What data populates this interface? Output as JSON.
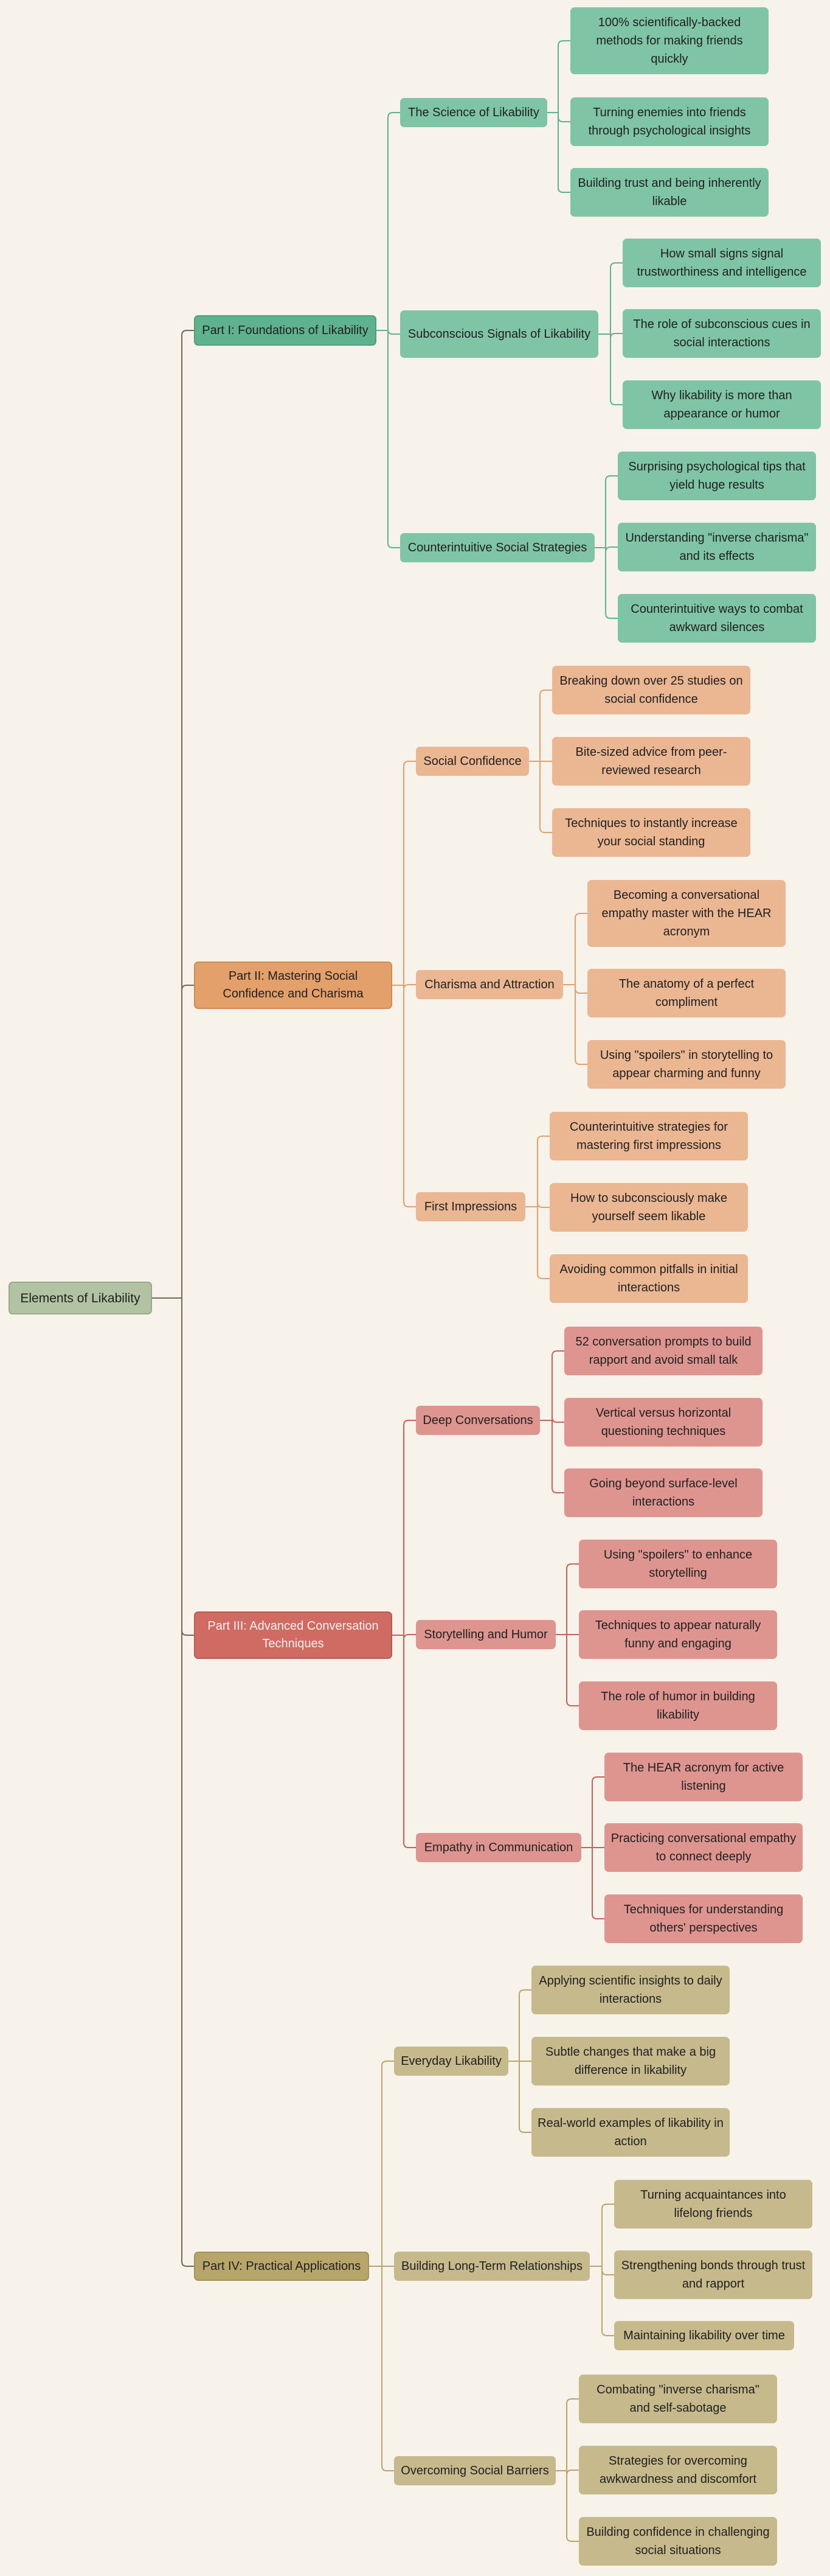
{
  "colors": {
    "background": "#f8f3ea",
    "root": "#b1c3a2",
    "part1": "#5eb38e",
    "part2": "#e3a06a",
    "part3": "#cf6b63",
    "part4": "#b8a56a",
    "root_edge": "#6f6a5a",
    "edge1": "#5eb38e",
    "edge2": "#e3a06a",
    "edge3": "#c9605a",
    "edge4": "#b8a56a"
  },
  "root": {
    "label": "Elements of Likability"
  },
  "parts": [
    {
      "label": "Part I: Foundations of Likability",
      "topics": [
        {
          "label": "The Science of Likability",
          "items": [
            "100% scientifically-backed methods for making friends quickly",
            "Turning enemies into friends through psychological insights",
            "Building trust and being inherently likable"
          ]
        },
        {
          "label": "Subconscious Signals of Likability",
          "items": [
            "How small signs signal trustworthiness and intelligence",
            "The role of subconscious cues in social interactions",
            "Why likability is more than appearance or humor"
          ]
        },
        {
          "label": "Counterintuitive Social Strategies",
          "items": [
            "Surprising psychological tips that yield huge results",
            "Understanding \"inverse charisma\" and its effects",
            "Counterintuitive ways to combat awkward silences"
          ]
        }
      ]
    },
    {
      "label": "Part II: Mastering Social Confidence and Charisma",
      "topics": [
        {
          "label": "Social Confidence",
          "items": [
            "Breaking down over 25 studies on social confidence",
            "Bite-sized advice from peer-reviewed research",
            "Techniques to instantly increase your social standing"
          ]
        },
        {
          "label": "Charisma and Attraction",
          "items": [
            "Becoming a conversational empathy master with the HEAR acronym",
            "The anatomy of a perfect compliment",
            "Using \"spoilers\" in storytelling to appear charming and funny"
          ]
        },
        {
          "label": "First Impressions",
          "items": [
            "Counterintuitive strategies for mastering first impressions",
            "How to subconsciously make yourself seem likable",
            "Avoiding common pitfalls in initial interactions"
          ]
        }
      ]
    },
    {
      "label": "Part III: Advanced Conversation Techniques",
      "topics": [
        {
          "label": "Deep Conversations",
          "items": [
            "52 conversation prompts to build rapport and avoid small talk",
            "Vertical versus horizontal questioning techniques",
            "Going beyond surface-level interactions"
          ]
        },
        {
          "label": "Storytelling and Humor",
          "items": [
            "Using \"spoilers\" to enhance storytelling",
            "Techniques to appear naturally funny and engaging",
            "The role of humor in building likability"
          ]
        },
        {
          "label": "Empathy in Communication",
          "items": [
            "The HEAR acronym for active listening",
            "Practicing conversational empathy to connect deeply",
            "Techniques for understanding others' perspectives"
          ]
        }
      ]
    },
    {
      "label": "Part IV: Practical Applications",
      "topics": [
        {
          "label": "Everyday Likability",
          "items": [
            "Applying scientific insights to daily interactions",
            "Subtle changes that make a big difference in likability",
            "Real-world examples of likability in action"
          ]
        },
        {
          "label": "Building Long-Term Relationships",
          "items": [
            "Turning acquaintances into lifelong friends",
            "Strengthening bonds through trust and rapport",
            "Maintaining likability over time"
          ]
        },
        {
          "label": "Overcoming Social Barriers",
          "items": [
            "Combating \"inverse charisma\" and self-sabotage",
            "Strategies for overcoming awkwardness and discomfort",
            "Building confidence in challenging social situations"
          ]
        }
      ]
    }
  ]
}
